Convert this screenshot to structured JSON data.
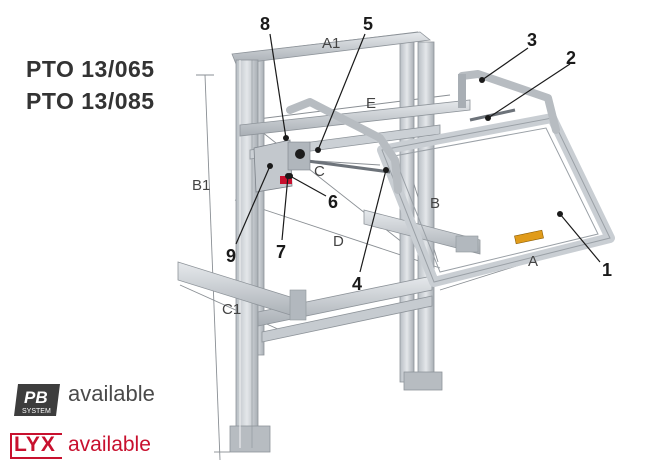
{
  "models": [
    "PTO 13/065",
    "PTO 13/085"
  ],
  "callouts": [
    "1",
    "2",
    "3",
    "4",
    "5",
    "6",
    "7",
    "8",
    "9"
  ],
  "dimensions": {
    "A": "A",
    "A1": "A1",
    "B": "B",
    "B1": "B1",
    "C": "C",
    "C1": "C1",
    "D": "D",
    "E": "E"
  },
  "badges": {
    "pb_logo": "PB",
    "pb_logo_sub": "SYSTEM",
    "pb_text": "available",
    "lyx_logo": "LYX",
    "lyx_text": "available"
  },
  "colors": {
    "frame": "#c9ced3",
    "frame_shadow": "#9aa0a6",
    "lyx_red": "#c8102e",
    "pb_dark": "#3d3d3d"
  }
}
